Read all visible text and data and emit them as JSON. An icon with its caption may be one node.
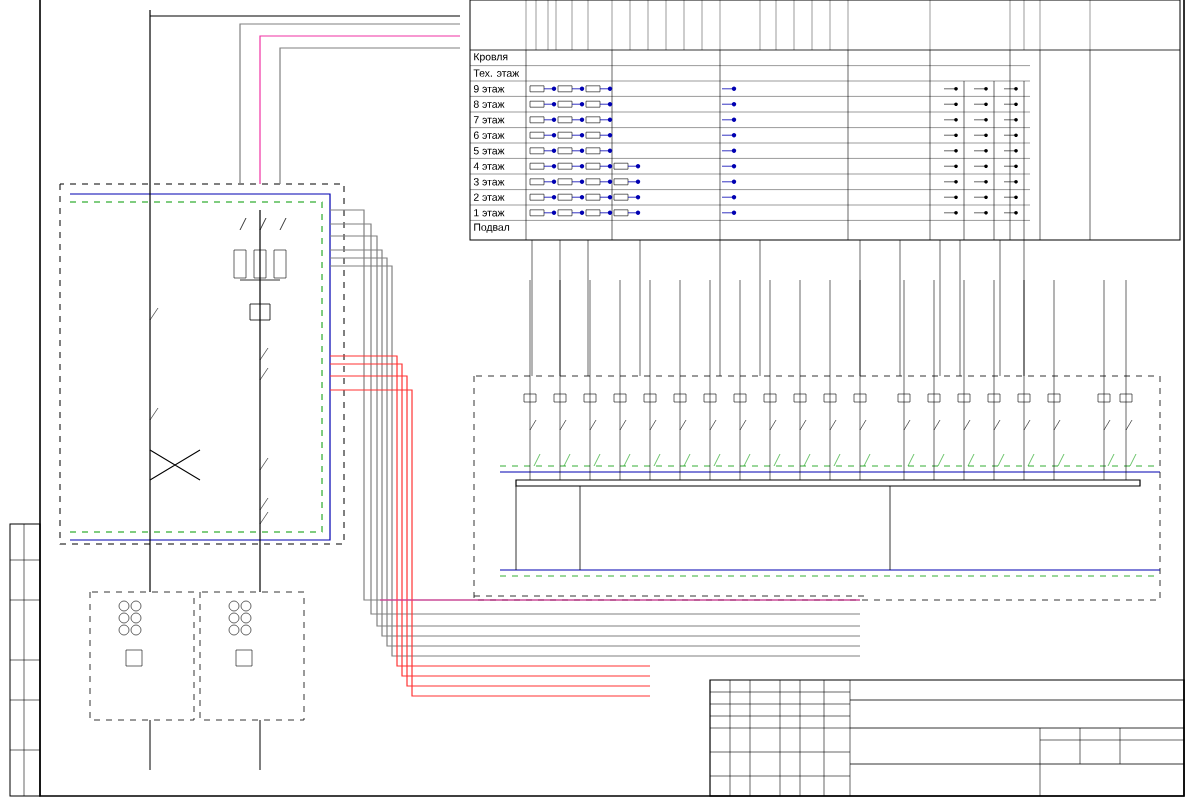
{
  "diagram": {
    "labels": [
      "Кровля",
      "Тех. этаж",
      "9 этаж",
      "8 этаж",
      "7 этаж",
      "6 этаж",
      "5 этаж",
      "4 этаж",
      "3 этаж",
      "2 этаж",
      "1 этаж",
      "Подвал"
    ]
  }
}
